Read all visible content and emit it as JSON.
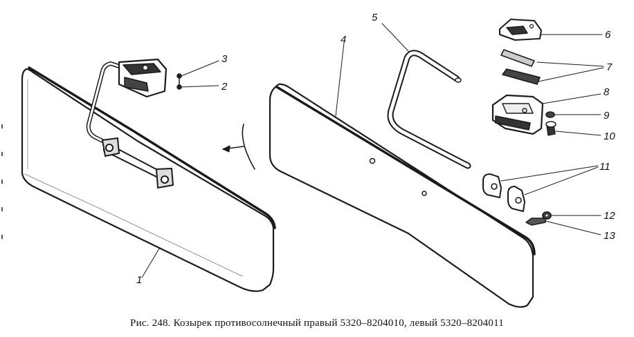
{
  "figure": {
    "caption": "Рис. 248. Козырек противосолнечный правый 5320–8204010, левый 5320–8204011",
    "labels": [
      "1",
      "2",
      "3",
      "4",
      "5",
      "6",
      "7",
      "8",
      "9",
      "10",
      "11",
      "12",
      "13"
    ]
  }
}
